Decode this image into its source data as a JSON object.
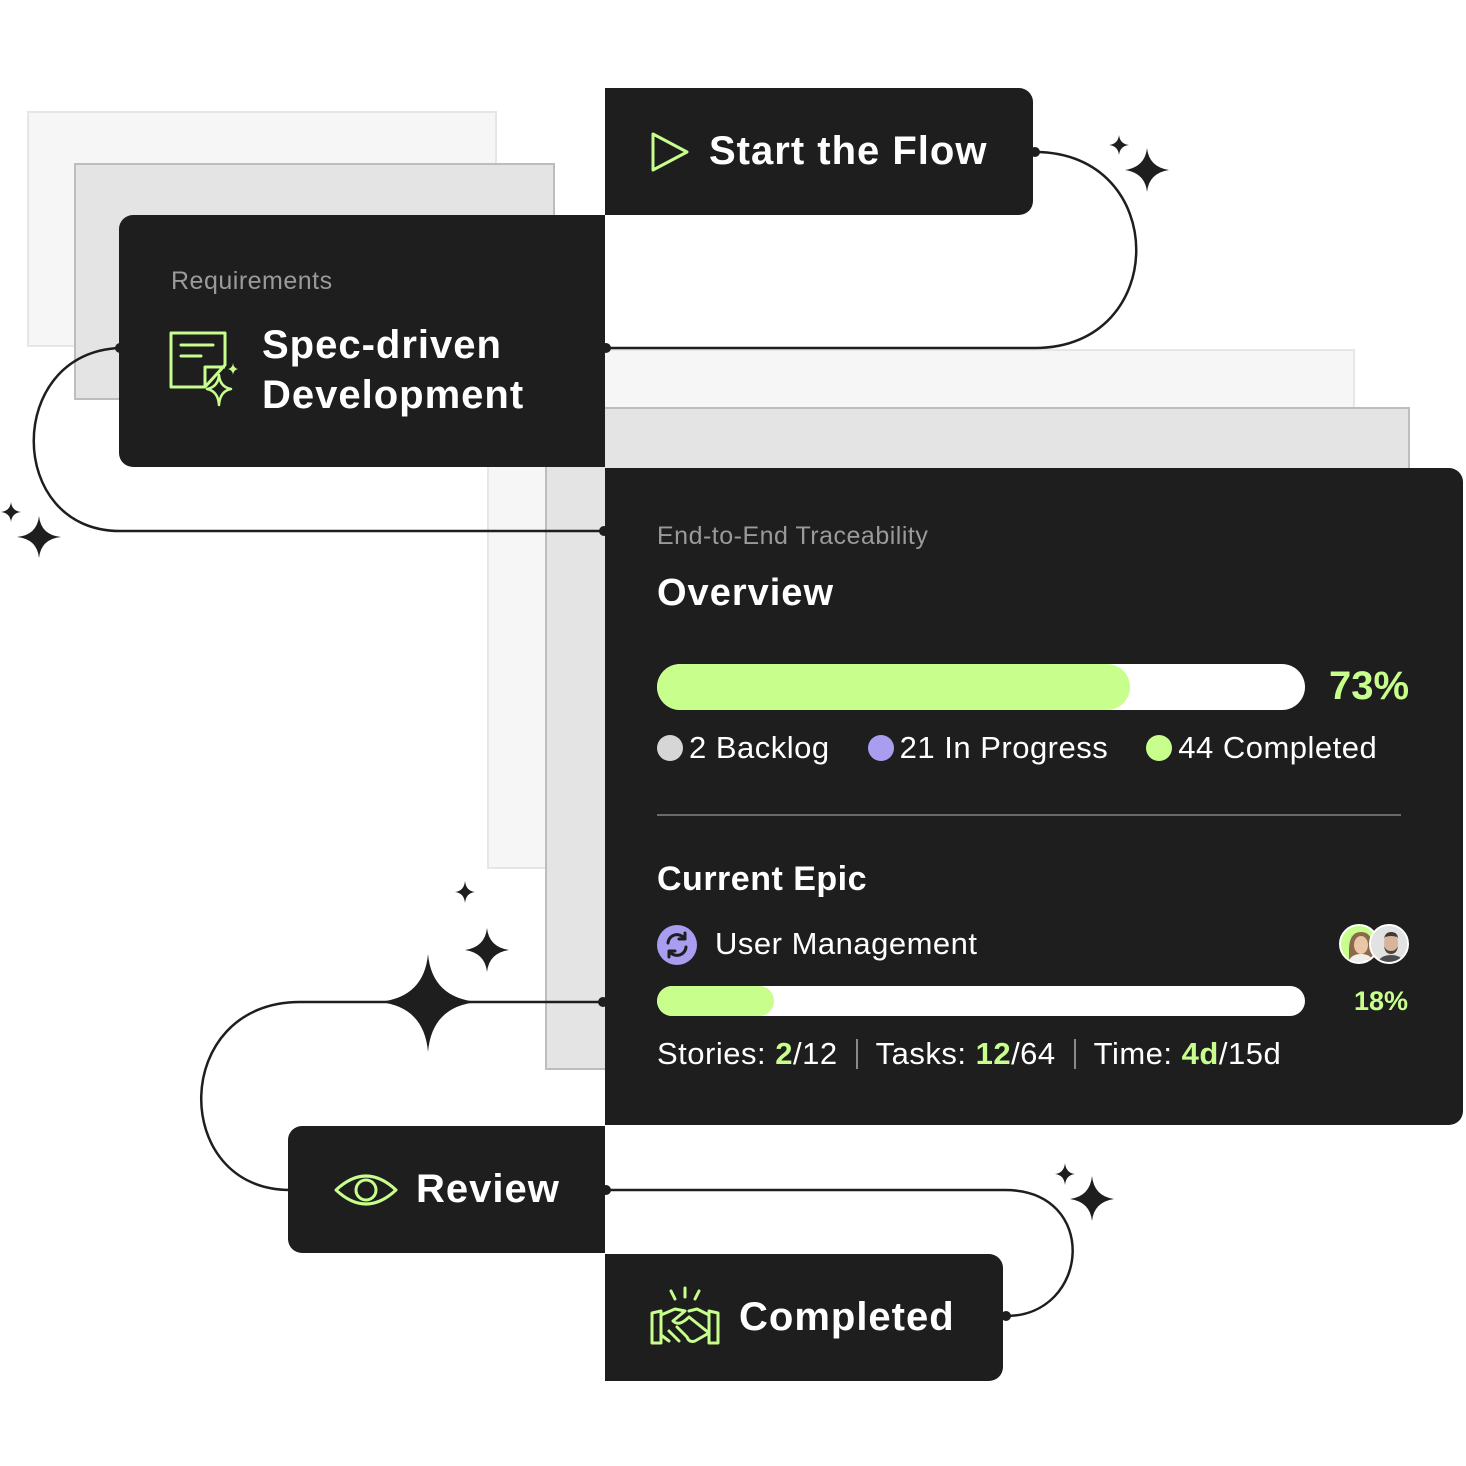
{
  "start": {
    "title": "Start the Flow",
    "icon": "play-icon"
  },
  "spec": {
    "label": "Requirements",
    "title_line1": "Spec-driven",
    "title_line2": "Development",
    "icon": "document-sparkle-icon"
  },
  "overview": {
    "label": "End-to-End Traceability",
    "title": "Overview",
    "progress": 0.73,
    "progress_label": "73%",
    "legend": [
      {
        "text": "2 Backlog",
        "color": "#d6d6d6"
      },
      {
        "text": "21 In Progress",
        "color": "#a99df0"
      },
      {
        "text": "44 Completed",
        "color": "#c7fe8c"
      }
    ]
  },
  "epic": {
    "heading": "Current Epic",
    "name": "User Management",
    "icon": "refresh-icon",
    "progress": 0.18,
    "progress_label": "18%",
    "stories_label": "Stories:",
    "stories_done": "2",
    "stories_total": "/12",
    "tasks_label": "Tasks:",
    "tasks_done": "12",
    "tasks_total": "/64",
    "time_label": "Time:",
    "time_done": "4d",
    "time_total": "/15d"
  },
  "review": {
    "title": "Review",
    "icon": "eye-icon"
  },
  "completed": {
    "title": "Completed",
    "icon": "handshake-icon"
  },
  "colors": {
    "accent": "#c7fe8c",
    "card": "#1e1e1e",
    "purple": "#a99df0"
  }
}
